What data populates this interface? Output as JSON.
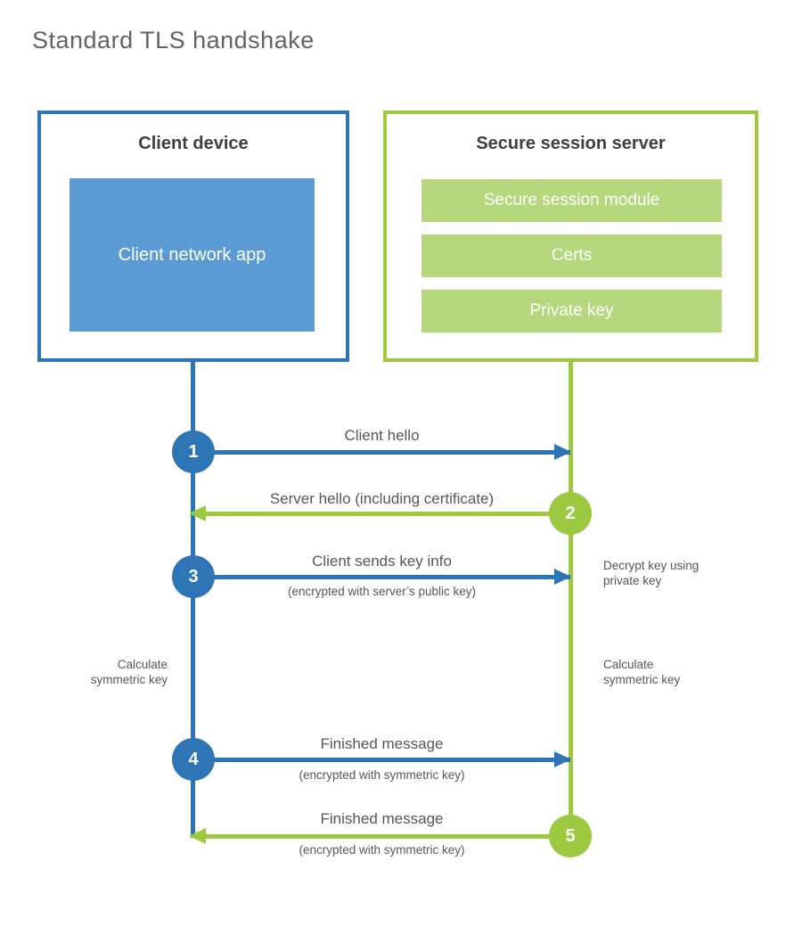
{
  "title": "Standard TLS handshake",
  "colors": {
    "blue_line": "#2e75b6",
    "blue_fill": "#5b9bd5",
    "green_line": "#9cc93f",
    "green_fill": "#b5d87c",
    "heading_text": "#3f3f3f",
    "label_text": "#575757",
    "title_text": "#636363"
  },
  "client": {
    "title": "Client device",
    "app_label": "Client network app"
  },
  "server": {
    "title": "Secure session server",
    "modules": [
      "Secure session module",
      "Certs",
      "Private key"
    ]
  },
  "steps": [
    {
      "num": "1",
      "side": "client",
      "direction": "right",
      "label": "Client hello",
      "sub": ""
    },
    {
      "num": "2",
      "side": "server",
      "direction": "left",
      "label": "Server hello (including certificate)",
      "sub": ""
    },
    {
      "num": "3",
      "side": "client",
      "direction": "right",
      "label": "Client sends key info",
      "sub": "(encrypted with server’s public key)"
    },
    {
      "num": "4",
      "side": "client",
      "direction": "right",
      "label": "Finished message",
      "sub": "(encrypted with symmetric key)"
    },
    {
      "num": "5",
      "side": "server",
      "direction": "left",
      "label": "Finished message",
      "sub": "(encrypted with symmetric key)"
    }
  ],
  "annotations": {
    "decrypt": "Decrypt key using\nprivate key",
    "calculate_left": "Calculate\nsymmetric key",
    "calculate_right": "Calculate\nsymmetric key"
  }
}
